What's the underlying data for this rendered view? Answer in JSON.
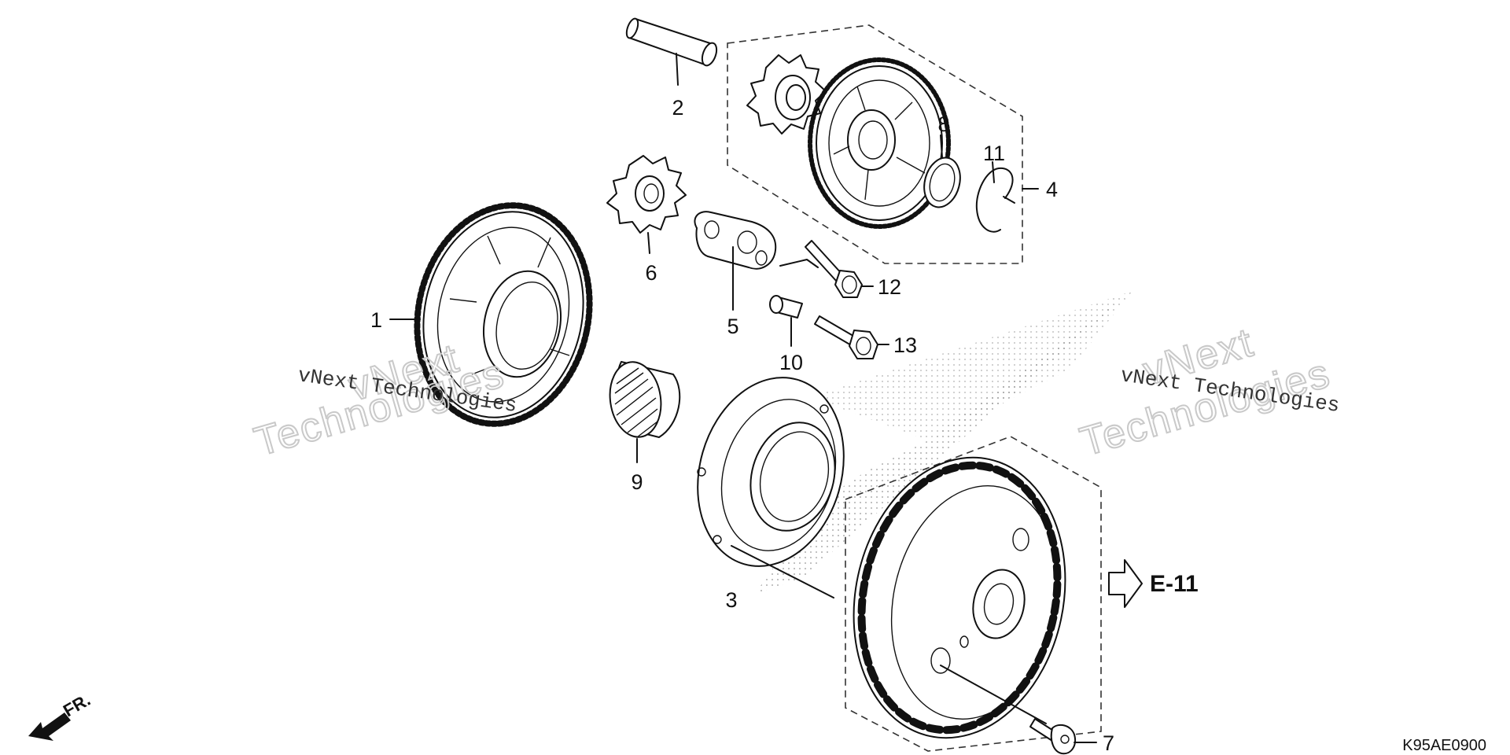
{
  "callouts": [
    {
      "id": "1",
      "label": "1"
    },
    {
      "id": "2",
      "label": "2"
    },
    {
      "id": "3",
      "label": "3"
    },
    {
      "id": "4",
      "label": "4"
    },
    {
      "id": "5",
      "label": "5"
    },
    {
      "id": "6",
      "label": "6"
    },
    {
      "id": "7",
      "label": "7"
    },
    {
      "id": "8",
      "label": "8"
    },
    {
      "id": "9",
      "label": "9"
    },
    {
      "id": "10",
      "label": "10"
    },
    {
      "id": "11",
      "label": "11"
    },
    {
      "id": "12",
      "label": "12"
    },
    {
      "id": "13",
      "label": "13"
    }
  ],
  "reference": {
    "label": "E-11"
  },
  "direction": {
    "label": "FR."
  },
  "diagram_code": "K95AE0900",
  "watermark": {
    "brand": "vNext",
    "word": "Technologies",
    "line": "vNext Technologies"
  }
}
